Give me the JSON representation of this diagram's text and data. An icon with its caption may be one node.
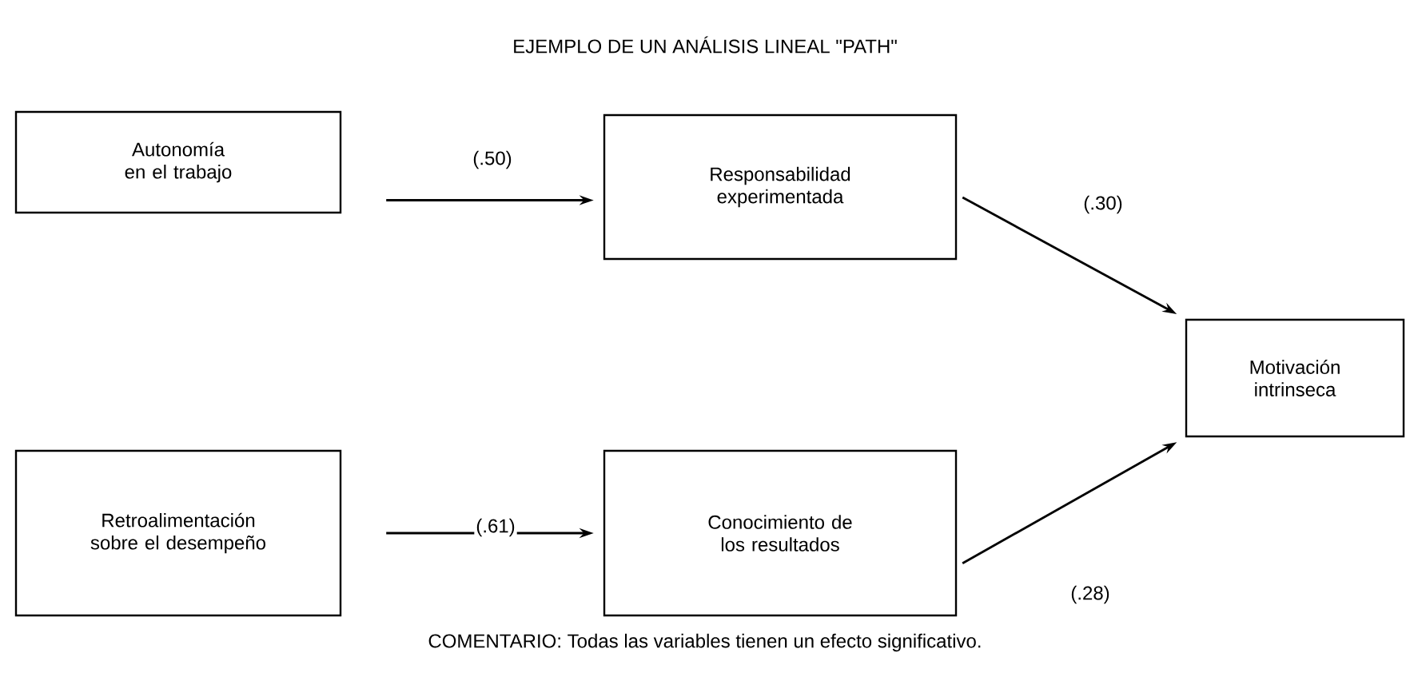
{
  "diagram": {
    "title": "EJEMPLO DE UN ANÁLISIS LINEAL \"PATH\"",
    "caption": "COMENTARIO: Todas las variables tienen un efecto significativo.",
    "nodes": [
      {
        "text": [
          "Autonomía en el trabajo"
        ]
      },
      {
        "text": [
          "Responsabilidad experimentada"
        ]
      },
      {
        "text": [
          "Motivación intrinseca"
        ]
      },
      {
        "text": [
          "Retroalimentación sobre el desempeño"
        ]
      },
      {
        "text": [
          "Conocimiento de los resultados"
        ]
      }
    ],
    "edges": [
      {
        "from": 0,
        "to": 1,
        "arrow": "to",
        "label": "(.50)"
      },
      {
        "from": 1,
        "to": 2,
        "arrow": "to",
        "label": "(.30)"
      },
      {
        "from": 3,
        "to": 4,
        "arrow": "to",
        "label": "(.61)"
      },
      {
        "from": 4,
        "to": 2,
        "arrow": "to",
        "label": "(.28)"
      }
    ]
  }
}
